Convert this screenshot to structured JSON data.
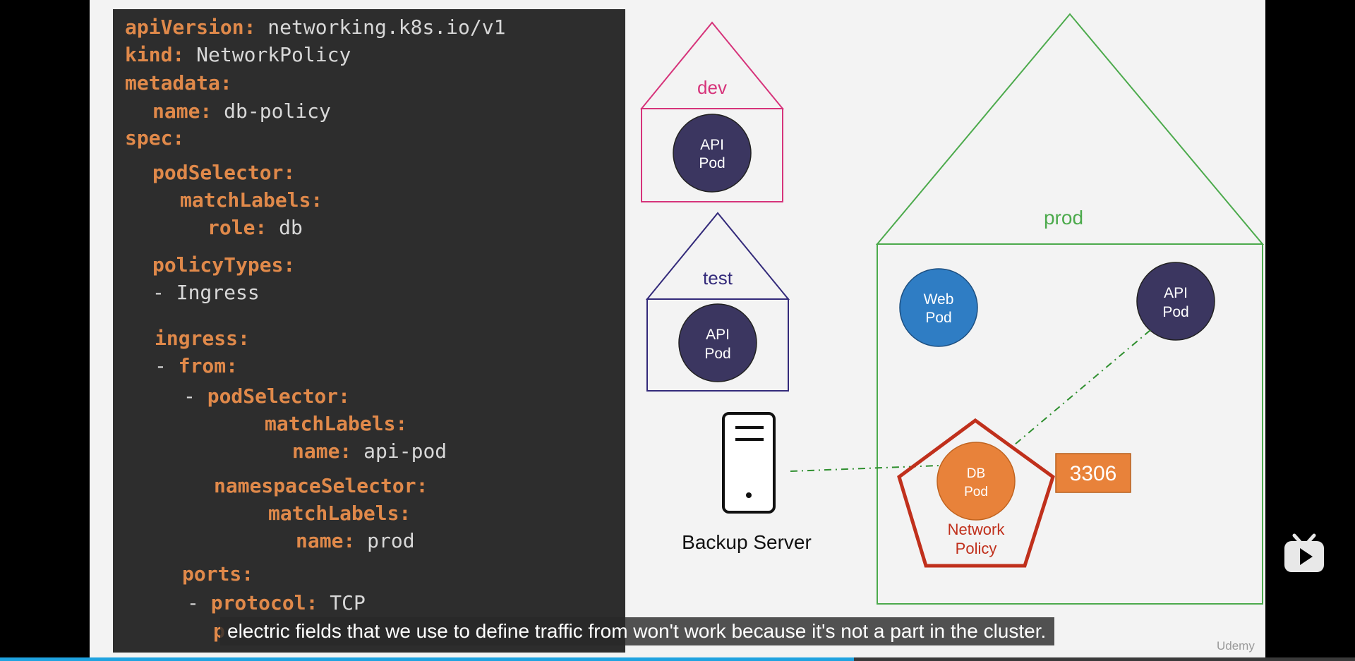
{
  "code": {
    "apiVersion_key": "apiVersion:",
    "apiVersion_val": " networking.k8s.io/v1",
    "kind_key": "kind:",
    "kind_val": " NetworkPolicy",
    "metadata_key": "metadata:",
    "name_key": "name:",
    "name_val": " db-policy",
    "spec_key": "spec:",
    "podSelector_key": "podSelector:",
    "matchLabels_key": "matchLabels:",
    "role_key": "role:",
    "role_val": " db",
    "policyTypes_key": "policyTypes:",
    "ingress_item": "- Ingress",
    "ingress_key": "ingress:",
    "dash": "- ",
    "from_key": "from:",
    "podSelector2_key": "podSelector:",
    "matchLabels2_key": "matchLabels:",
    "name2_key": "name:",
    "name2_val": " api-pod",
    "namespaceSelector_key": "namespaceSelector:",
    "matchLabels3_key": "matchLabels:",
    "name3_key": "name:",
    "name3_val": " prod",
    "ports_key": "ports:",
    "protocol_key": "protocol:",
    "protocol_val": " TCP",
    "port_key_partial": "p"
  },
  "diagram": {
    "dev_label": "dev",
    "test_label": "test",
    "prod_label": "prod",
    "dev_pod": [
      "API",
      "Pod"
    ],
    "test_pod": [
      "API",
      "Pod"
    ],
    "web_pod": [
      "Web",
      "Pod"
    ],
    "prod_api_pod": [
      "API",
      "Pod"
    ],
    "db_pod": [
      "DB",
      "Pod"
    ],
    "network_policy": [
      "Network",
      "Policy"
    ],
    "port_badge": "3306",
    "backup_server_label": "Backup Server",
    "colors": {
      "dev": "#d6337a",
      "test": "#332a7a",
      "prod": "#4caa4c",
      "dark_pod": "#3b3660",
      "web_pod": "#2f7dc4",
      "db_pod": "#e8823a",
      "policy": "#c0301c"
    }
  },
  "caption": "electric fields that we use to define traffic from won't work because it's not a part in the cluster.",
  "player": {
    "progress": 0.63,
    "watermark": "Udemy",
    "icon": "bilibili-tv-icon"
  }
}
